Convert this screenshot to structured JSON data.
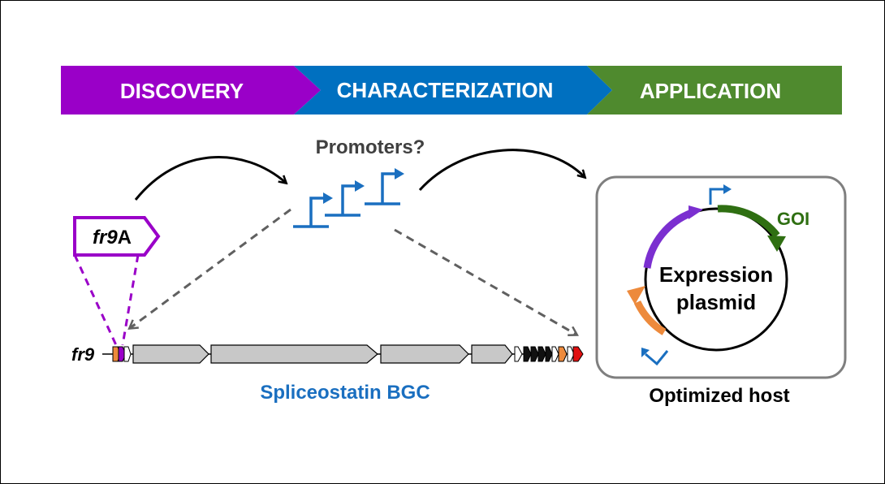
{
  "banner": {
    "stages": [
      {
        "label": "DISCOVERY",
        "color": "#9a00c8"
      },
      {
        "label": "CHARACTERIZATION",
        "color": "#0070c0"
      },
      {
        "label": "APPLICATION",
        "color": "#4f8a2e"
      }
    ]
  },
  "promoters_label": "Promoters?",
  "gene_label": {
    "italic": "fr9",
    "suffix": "A"
  },
  "cluster": {
    "name_label": "fr9",
    "caption": "Spliceostatin BGC"
  },
  "plasmid": {
    "title_line1": "Expression",
    "title_line2": "plasmid",
    "goi_label": "GOI",
    "host_label": "Optimized host"
  },
  "colors": {
    "purple": "#9a00c8",
    "blue": "#0070c0",
    "green": "#2f6f12",
    "orange": "#ed8a3c",
    "violet": "#7b2fd0",
    "gray_gene": "#c8c8c8",
    "dark_text": "#404040"
  }
}
